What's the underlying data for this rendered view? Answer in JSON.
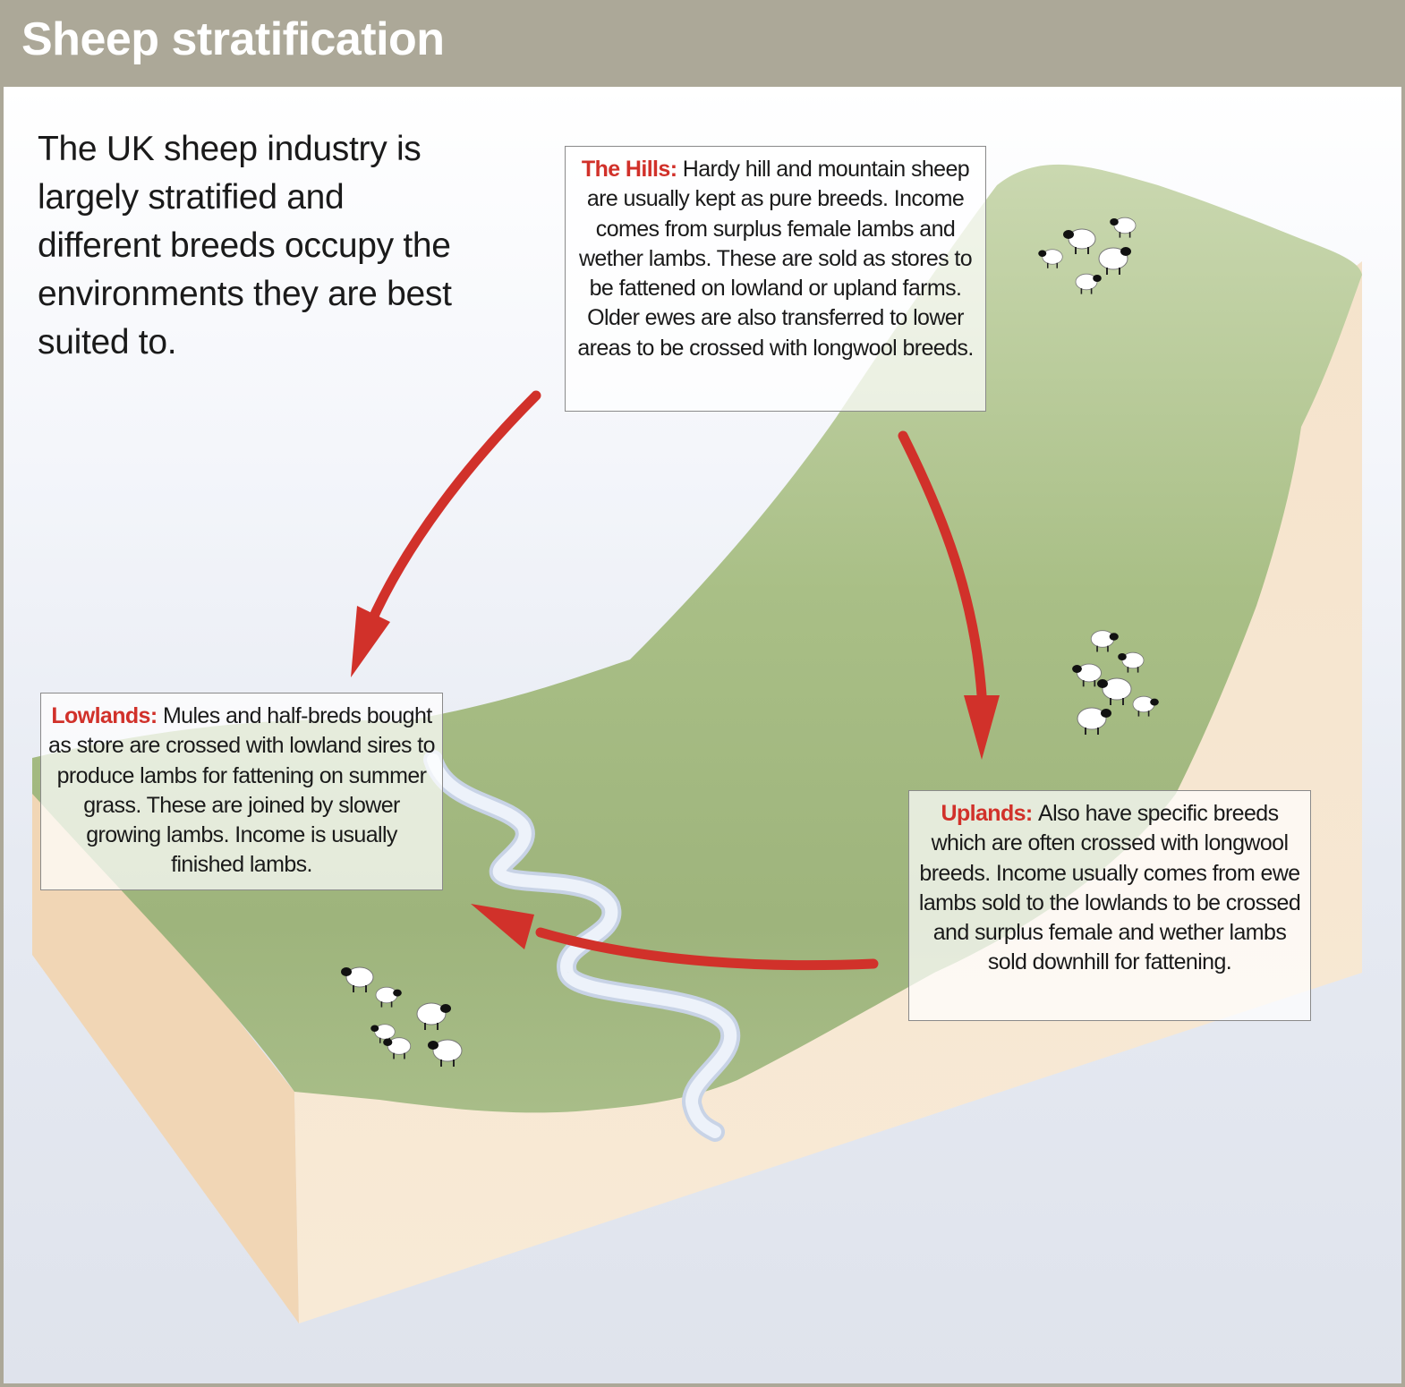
{
  "header": {
    "title": "Sheep stratification"
  },
  "intro": {
    "text": "The UK sheep industry is largely stratified and different breeds occupy the environments they are best suited to."
  },
  "callouts": {
    "hills": {
      "label": "The Hills:",
      "text": "Hardy hill and mountain sheep are usually kept as pure breeds. Income comes from surplus female lambs and wether lambs. These are sold as stores to be fattened on lowland or upland farms. Older ewes are also transferred to lower areas to be crossed with longwool breeds."
    },
    "lowlands": {
      "label": "Lowlands:",
      "text": "Mules and half-breds bought as store are crossed with lowland sires to produce lambs for fattening on summer grass. These are joined by slower growing lambs. Income is usually finished lambs."
    },
    "uplands": {
      "label": "Uplands:",
      "text": "Also have specific breeds which are often crossed with longwool breeds. Income usually comes from ewe lambs sold to the lowlands to be crossed and surplus female and wether lambs sold downhill for fattening."
    }
  },
  "colors": {
    "header_bg": "#aca898",
    "accent_red": "#d1312a",
    "grass": "#a6bc84",
    "soil": "#f4dcbf",
    "river": "#e4ecf7"
  }
}
